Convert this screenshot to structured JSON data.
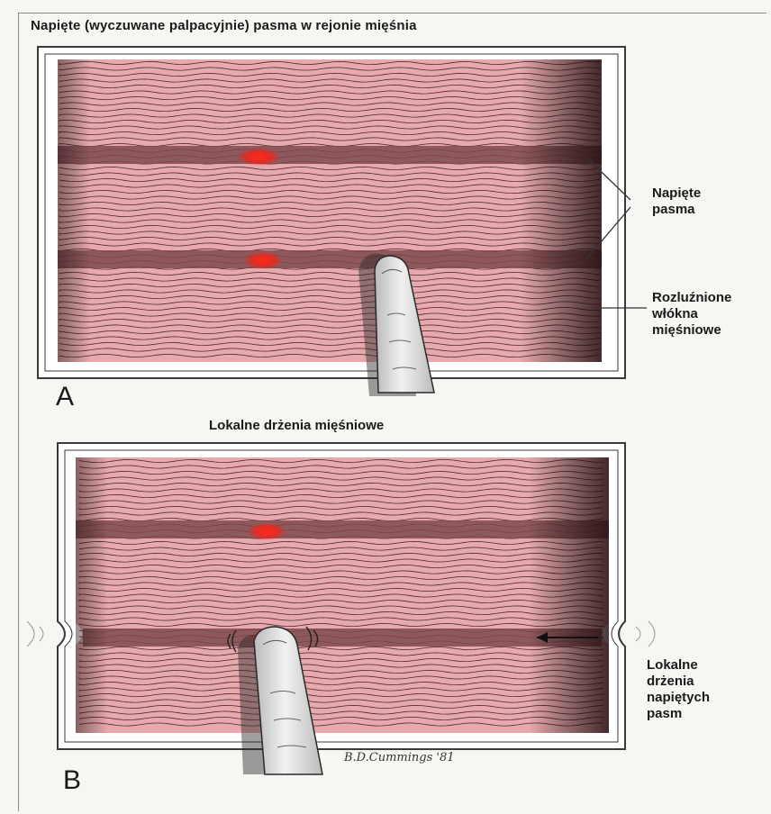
{
  "panel_a": {
    "title": "Napięte (wyczuwane palpacyjnie) pasma w rejonie mięśnia",
    "letter": "A",
    "label_tense_line1": "Napięte",
    "label_tense_line2": "pasma",
    "label_relaxed_line1": "Rozluźnione",
    "label_relaxed_line2": "włókna",
    "label_relaxed_line3": "mięśniowe"
  },
  "panel_b": {
    "title": "Lokalne drżenia mięśniowe",
    "letter": "B",
    "label_tremor_line1": "Lokalne",
    "label_tremor_line2": "drżenia",
    "label_tremor_line3": "napiętych",
    "label_tremor_line4": "pasm"
  },
  "signature": "B.D.Cummings '81",
  "colors": {
    "muscle": "#e7a9ad",
    "fiber_line": "#2a1414",
    "band": "#7e4a4e",
    "nodule": "#e8291f",
    "frame": "#ffffff",
    "finger": "#dedede"
  }
}
